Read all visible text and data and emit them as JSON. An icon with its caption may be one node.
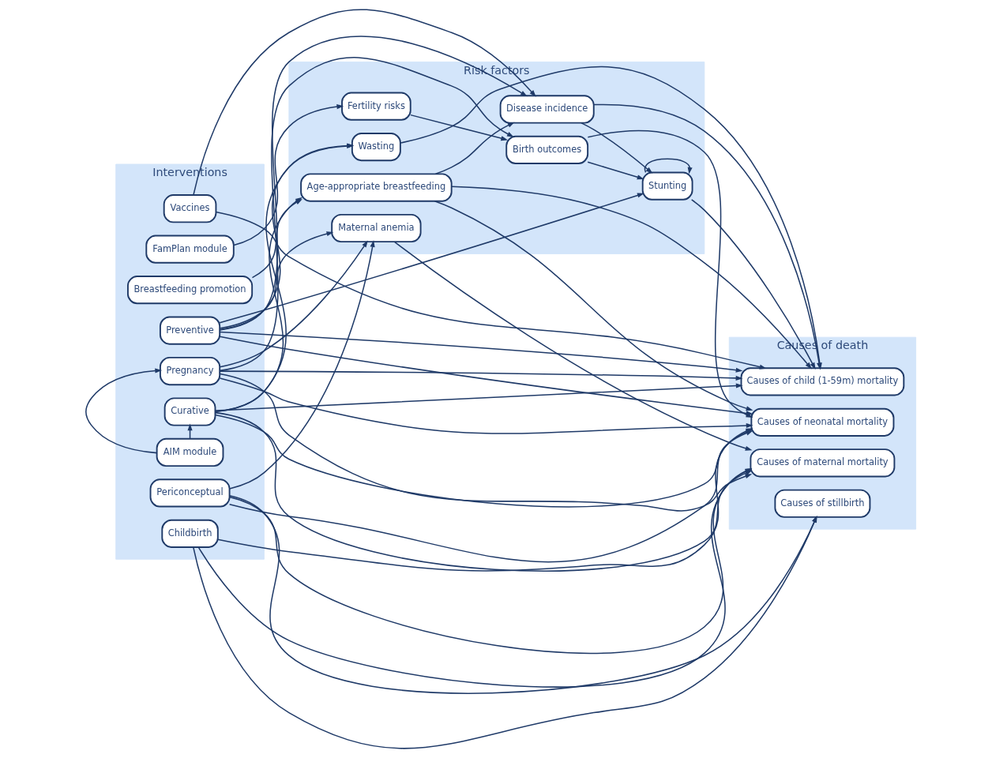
{
  "diagram": {
    "nodes": [
      {
        "text": [
          "Interventions"
        ]
      },
      {
        "text": [
          "Risk factors"
        ]
      },
      {
        "text": [
          "Causes of death"
        ]
      },
      {
        "text": [
          "Childbirth"
        ],
        "in": 0
      },
      {
        "text": [
          "Causes of stillbirth"
        ],
        "in": 2
      },
      {
        "text": [
          "Periconceptual"
        ],
        "in": 0
      },
      {
        "text": [
          "Causes of maternal mortality"
        ],
        "in": 2
      },
      {
        "text": [
          "Maternal anemia"
        ],
        "in": 1
      },
      {
        "text": [
          "Pregnancy"
        ],
        "in": 0
      },
      {
        "text": [
          "AIM module"
        ],
        "in": 0
      },
      {
        "text": [
          "Causes of neonatal mortality"
        ],
        "in": 2
      },
      {
        "text": [
          "Birth outcomes"
        ],
        "in": 1
      },
      {
        "text": [
          "FamPlan module"
        ],
        "in": 0
      },
      {
        "text": [
          "Fertility risks"
        ],
        "in": 1
      },
      {
        "text": [
          "Curative"
        ],
        "in": 0
      },
      {
        "text": [
          "Age-appropriate breastfeeding"
        ],
        "in": 1
      },
      {
        "text": [
          "Breastfeeding promotion"
        ],
        "in": 0
      },
      {
        "text": [
          "Wasting"
        ],
        "in": 1
      },
      {
        "text": [
          "Causes of child (1-59m) mortality"
        ],
        "in": 2
      },
      {
        "text": [
          "Disease incidence"
        ],
        "in": 1
      },
      {
        "text": [
          "Preventive"
        ],
        "in": 0
      },
      {
        "text": [
          "Stunting"
        ],
        "in": 1
      },
      {
        "text": [
          "Vaccines"
        ],
        "in": 0
      }
    ],
    "edges": [
      {
        "from": 3,
        "to": 4,
        "arrow": "to"
      },
      {
        "from": 3,
        "to": 6,
        "arrow": "to"
      },
      {
        "from": 3,
        "to": 10,
        "arrow": "to"
      },
      {
        "from": 5,
        "to": 4,
        "arrow": "to"
      },
      {
        "from": 5,
        "to": 6,
        "arrow": "to"
      },
      {
        "from": 5,
        "to": 10,
        "arrow": "to"
      },
      {
        "from": 5,
        "to": 7,
        "arrow": "to"
      },
      {
        "from": 8,
        "to": 6,
        "arrow": "to"
      },
      {
        "from": 8,
        "to": 7,
        "arrow": "to"
      },
      {
        "from": 8,
        "to": 10,
        "arrow": "to"
      },
      {
        "from": 8,
        "to": 18,
        "arrow": "to"
      },
      {
        "from": 8,
        "to": 11,
        "arrow": "to"
      },
      {
        "from": 7,
        "to": 6,
        "arrow": "to"
      },
      {
        "from": 9,
        "to": 8,
        "arrow": "to"
      },
      {
        "from": 9,
        "to": 14,
        "arrow": "to"
      },
      {
        "from": 12,
        "to": 13,
        "arrow": "to"
      },
      {
        "from": 13,
        "to": 11,
        "arrow": "to"
      },
      {
        "from": 11,
        "to": 10,
        "arrow": "to"
      },
      {
        "from": 11,
        "to": 21,
        "arrow": "to"
      },
      {
        "from": 14,
        "to": 6,
        "arrow": "to"
      },
      {
        "from": 14,
        "to": 10,
        "arrow": "to"
      },
      {
        "from": 14,
        "to": 18,
        "arrow": "to"
      },
      {
        "from": 14,
        "to": 15,
        "arrow": "to"
      },
      {
        "from": 14,
        "to": 17,
        "arrow": "to"
      },
      {
        "from": 16,
        "to": 15,
        "arrow": "to"
      },
      {
        "from": 15,
        "to": 10,
        "arrow": "to"
      },
      {
        "from": 15,
        "to": 18,
        "arrow": "to"
      },
      {
        "from": 15,
        "to": 19,
        "arrow": "to"
      },
      {
        "from": 17,
        "to": 18,
        "arrow": "to"
      },
      {
        "from": 19,
        "to": 21,
        "arrow": "to"
      },
      {
        "from": 19,
        "to": 18,
        "arrow": "to"
      },
      {
        "from": 20,
        "to": 7,
        "arrow": "to"
      },
      {
        "from": 20,
        "to": 10,
        "arrow": "to"
      },
      {
        "from": 20,
        "to": 17,
        "arrow": "to"
      },
      {
        "from": 20,
        "to": 19,
        "arrow": "to"
      },
      {
        "from": 20,
        "to": 21,
        "arrow": "to"
      },
      {
        "from": 20,
        "to": 18,
        "arrow": "to"
      },
      {
        "from": 22,
        "to": 19,
        "arrow": "to"
      },
      {
        "from": 22,
        "to": 18,
        "arrow": "to"
      },
      {
        "from": 21,
        "to": 21,
        "arrow": "to"
      },
      {
        "from": 21,
        "to": 18,
        "arrow": "to"
      }
    ]
  }
}
